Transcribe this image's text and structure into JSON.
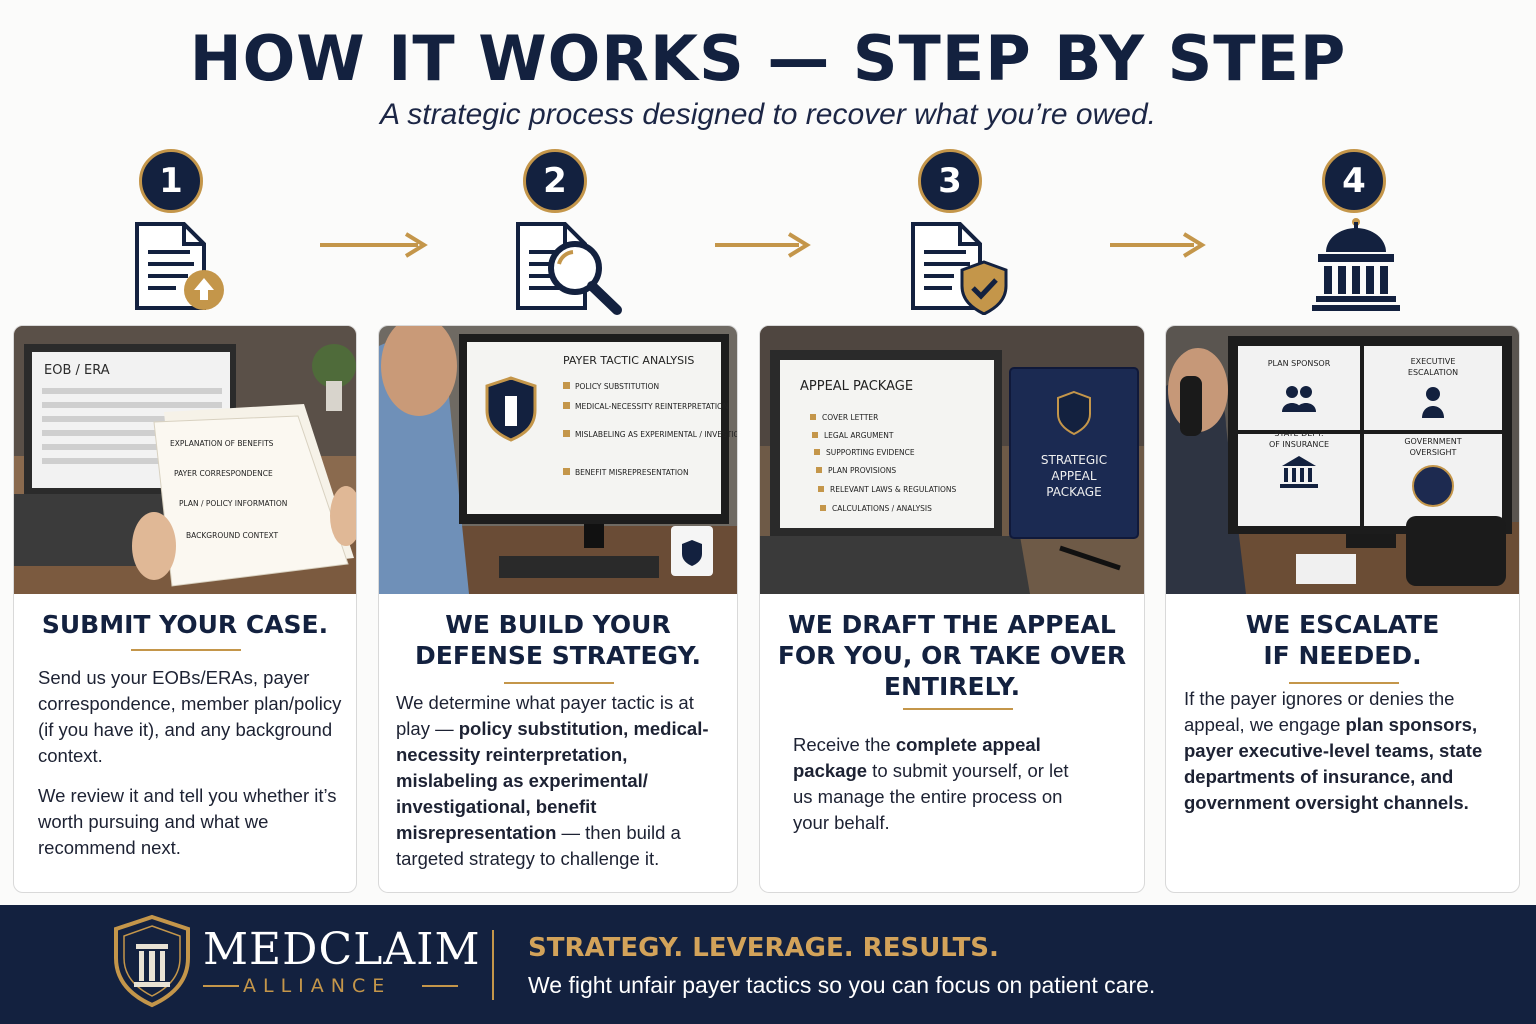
{
  "header": {
    "title": "HOW IT WORKS — STEP BY STEP",
    "subtitle": "A strategic process designed to recover what you’re owed."
  },
  "colors": {
    "navy": "#13213f",
    "gold": "#c4964a"
  },
  "steps": [
    {
      "number": "1",
      "icon": "document-upload-icon",
      "photo": {
        "screen_title": "EOB / ERA",
        "papers": [
          "EXPLANATION OF BENEFITS",
          "PAYER CORRESPONDENCE",
          "PLAN / POLICY INFORMATION",
          "BACKGROUND CONTEXT"
        ]
      },
      "title_line1": "SUBMIT YOUR CASE.",
      "p1": "Send us your EOBs/ERAs, payer correspondence, member plan/policy (if you have it), and any background context.",
      "p2": "We review it and tell you whether it’s worth pursuing and what we recommend next."
    },
    {
      "number": "2",
      "icon": "document-search-icon",
      "photo": {
        "screen_title": "PAYER TACTIC ANALYSIS",
        "checklist": [
          "POLICY SUBSTITUTION",
          "MEDICAL-NECESSITY REINTERPRETATION",
          "MISLABELING AS EXPERIMENTAL / INVESTIGATIONAL",
          "BENEFIT MISREPRESENTATION"
        ]
      },
      "title_line1": "WE BUILD YOUR",
      "title_line2": "DEFENSE STRATEGY.",
      "p1_a": "We determine what payer tactic is at play — ",
      "p1_b": "policy substitution, medical-necessity reinterpretation, mislabeling as experimental/ investigational, benefit misrepresentation",
      "p1_c": " — then build a targeted strategy to challenge it."
    },
    {
      "number": "3",
      "icon": "document-shield-check-icon",
      "photo": {
        "screen_title": "APPEAL PACKAGE",
        "checklist": [
          "COVER LETTER",
          "LEGAL ARGUMENT",
          "SUPPORTING EVIDENCE",
          "PLAN PROVISIONS",
          "RELEVANT LAWS & REGULATIONS",
          "CALCULATIONS / ANALYSIS"
        ],
        "binder_label": "STRATEGIC APPEAL PACKAGE"
      },
      "title_line1": "WE DRAFT THE APPEAL",
      "title_line2": "FOR YOU, OR TAKE OVER",
      "title_line3": "ENTIRELY.",
      "p1_a": "Receive the ",
      "p1_b": "complete appeal package",
      "p1_c": " to submit yourself, or let us manage the entire process on your behalf."
    },
    {
      "number": "4",
      "icon": "government-building-icon",
      "photo": {
        "tiles": [
          "PLAN SPONSOR",
          "EXECUTIVE ESCALATION",
          "STATE DEPT. OF INSURANCE",
          "GOVERNMENT OVERSIGHT"
        ]
      },
      "title_line1": "WE ESCALATE",
      "title_line2": "IF NEEDED.",
      "p1_a": "If the payer ignores or denies the appeal, we engage ",
      "p1_b": "plan sponsors, payer executive-level teams, state departments of insurance, and government oversight channels."
    }
  ],
  "footer": {
    "brand_name": "MEDCLAIM",
    "brand_sub": "ALLIANCE",
    "tagline": "STRATEGY. LEVERAGE. RESULTS.",
    "subline": "We fight unfair payer tactics so you can focus on patient care."
  }
}
